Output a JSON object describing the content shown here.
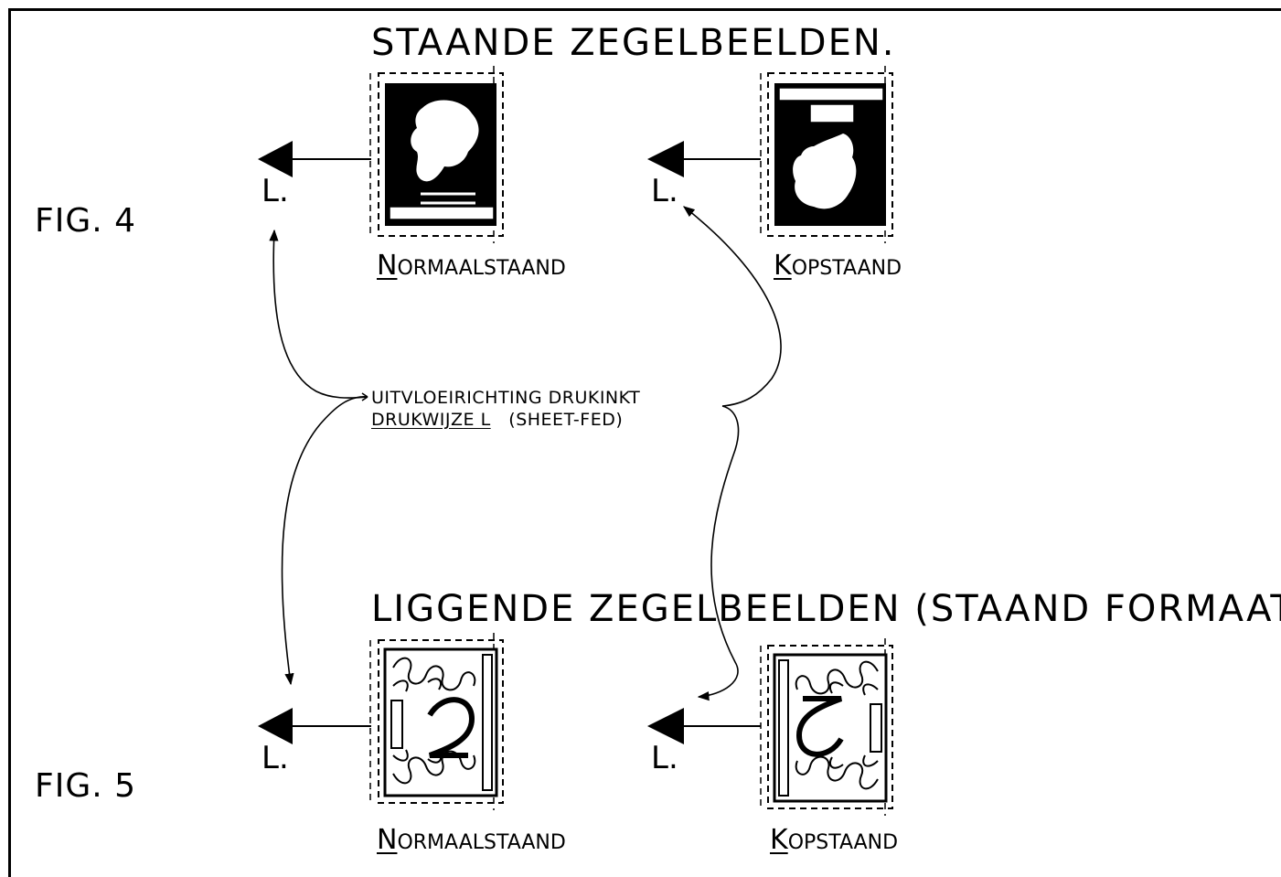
{
  "fig4": {
    "label": "FIG. 4",
    "heading": "STAANDE  ZEGELBEELDEN.",
    "left_caption_initial": "N",
    "left_caption_rest": "ORMAALSTAAND",
    "right_caption_initial": "K",
    "right_caption_rest": "OPSTAAND",
    "direction_letter_left": "L.",
    "direction_letter_right": "L."
  },
  "fig5": {
    "label": "FIG. 5",
    "heading": "LIGGENDE ZEGELBEELDEN (STAAND FORMAAT).",
    "left_caption_initial": "N",
    "left_caption_rest": "ORMAALSTAAND",
    "right_caption_initial": "K",
    "right_caption_rest": "OPSTAAND",
    "direction_letter_left": "L.",
    "direction_letter_right": "L."
  },
  "note": {
    "line1": "UITVLOEIRICHTING DRUKINKT",
    "line2_underlined": "DRUKWIJZE L",
    "line2_rest": "(SHEET-FED)"
  }
}
